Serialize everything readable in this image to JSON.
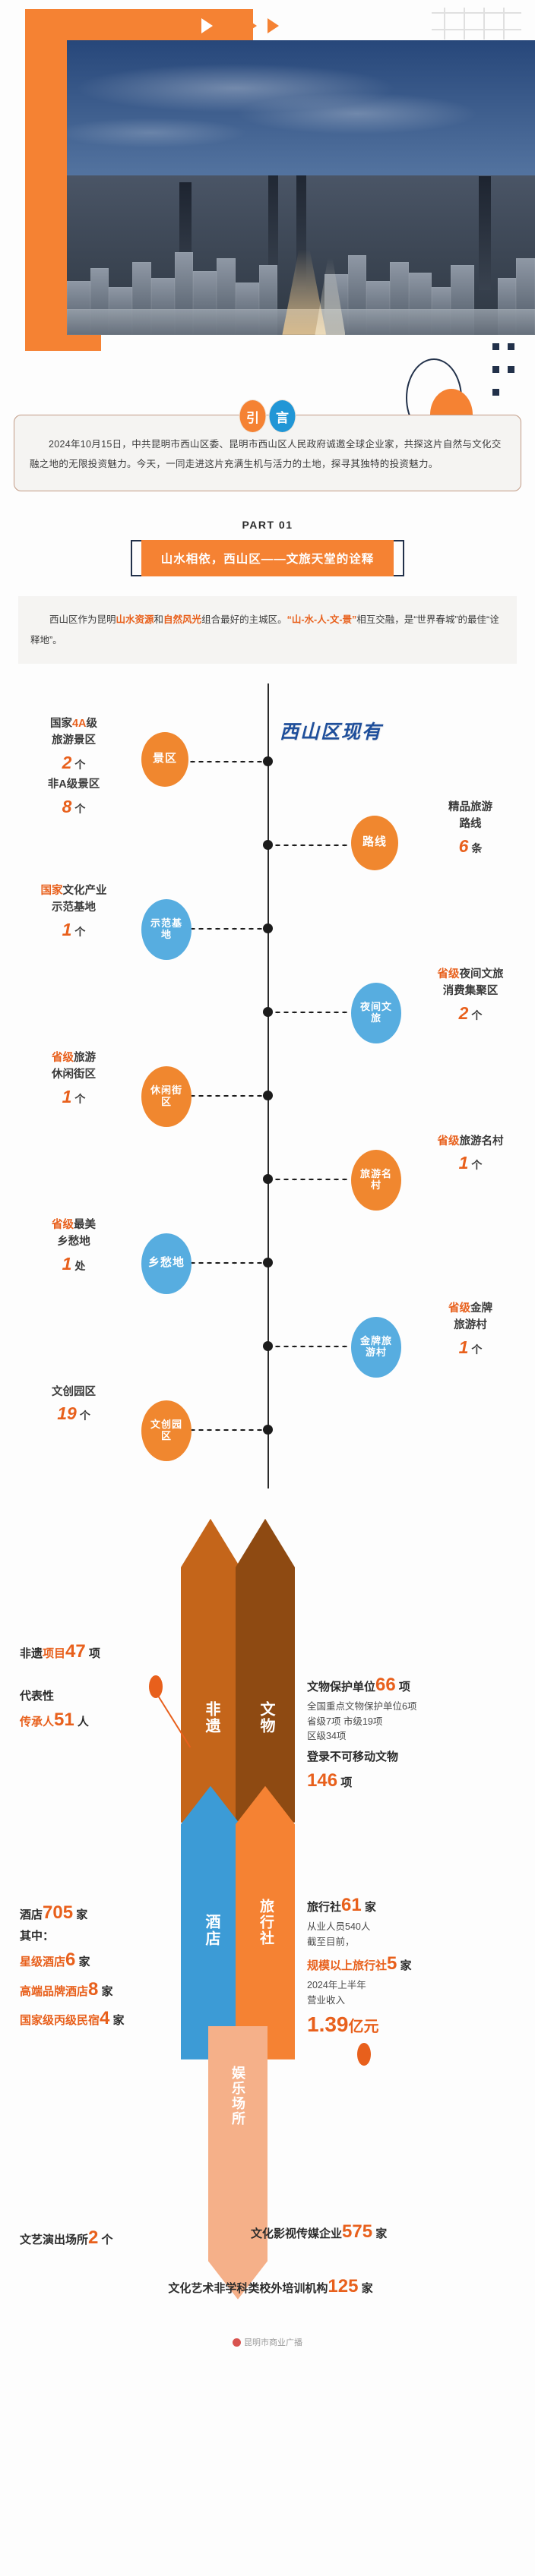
{
  "hero": {
    "triangles": [
      "play-triangle-white",
      "play-triangle-1",
      "play-triangle-2",
      "play-triangle-3"
    ],
    "photo_alt": "昆明西山区城市天际线夜景"
  },
  "intro": {
    "badge_left": "引",
    "badge_right": "言",
    "paragraph": "2024年10月15日，中共昆明市西山区委、昆明市西山区人民政府诚邀全球企业家，共探这片自然与文化交融之地的无限投资魅力。今天，一同走进这片充满生机与活力的土地，探寻其独特的投资魅力。"
  },
  "part01": {
    "label": "PART 01",
    "banner": "山水相依，西山区——文旅天堂的诠释",
    "paragraph_segments": [
      {
        "text": "西山区作为昆明",
        "style": "normal"
      },
      {
        "text": "山水资源",
        "style": "orange"
      },
      {
        "text": "和",
        "style": "normal"
      },
      {
        "text": "自然风光",
        "style": "orange"
      },
      {
        "text": "组合最好的主城区。",
        "style": "normal"
      },
      {
        "text": "“山-水-人-文-景”",
        "style": "orange"
      },
      {
        "text": "相互交融，是“世界春城”的最佳“诠释地”。",
        "style": "normal"
      }
    ]
  },
  "timeline": {
    "title": "西山区现有",
    "items": [
      {
        "side": "left",
        "bubble": "景区",
        "bubble_color": "orange",
        "caption_lines": [
          "国家4A级",
          "旅游景区"
        ],
        "value": "2",
        "unit": "个",
        "caption_lines2": [
          "非A级景区"
        ],
        "value2": "8",
        "unit2": "个"
      },
      {
        "side": "right",
        "bubble": "路线",
        "bubble_color": "orange",
        "caption_lines": [
          "精品旅游",
          "路线"
        ],
        "value": "6",
        "unit": "条"
      },
      {
        "side": "left",
        "bubble": "示范基地",
        "bubble_color": "blue",
        "caption_prefix": "国家",
        "caption_lines": [
          "文化产业",
          "示范基地"
        ],
        "value": "1",
        "unit": "个"
      },
      {
        "side": "right",
        "bubble": "夜间文旅",
        "bubble_color": "blue",
        "caption_prefix": "省级",
        "caption_lines": [
          "夜间文旅",
          "消费集聚区"
        ],
        "value": "2",
        "unit": "个"
      },
      {
        "side": "left",
        "bubble": "休闲街区",
        "bubble_color": "orange",
        "caption_prefix": "省级",
        "caption_lines": [
          "旅游",
          "休闲街区"
        ],
        "value": "1",
        "unit": "个"
      },
      {
        "side": "right",
        "bubble": "旅游名村",
        "bubble_color": "orange",
        "caption_prefix": "省级",
        "caption_lines": [
          "旅游名村"
        ],
        "value": "1",
        "unit": "个"
      },
      {
        "side": "left",
        "bubble": "乡愁地",
        "bubble_color": "blue",
        "caption_prefix": "省级",
        "caption_lines": [
          "最美",
          "乡愁地"
        ],
        "value": "1",
        "unit": "处"
      },
      {
        "side": "right",
        "bubble": "金牌旅游村",
        "bubble_color": "blue",
        "caption_prefix": "省级",
        "caption_lines": [
          "金牌",
          "旅游村"
        ],
        "value": "1",
        "unit": "个"
      },
      {
        "side": "left",
        "bubble": "文创园区",
        "bubble_color": "orange",
        "caption_lines": [
          "文创园区"
        ],
        "value": "19",
        "unit": "个"
      }
    ]
  },
  "arrows": {
    "labels": {
      "feiyi": "非遗",
      "wenwu": "文物",
      "jiudian": "酒店",
      "lvxingshe": "旅行社",
      "yulechangsuo": "娱乐场所"
    },
    "feiyi_left": {
      "line1_a": "非遗",
      "line1_b": "项目",
      "line1_num": "47",
      "line1_unit": "项",
      "line2_a": "代表性",
      "line2_b": "传承人",
      "line2_num": "51",
      "line2_unit": "人"
    },
    "wenwu_right": {
      "title_a": "文物保护单位",
      "title_num": "66",
      "title_unit": "项",
      "detail1": "全国重点文物保护单位6项",
      "detail2": "省级7项  市级19项",
      "detail3": "区级34项",
      "title2": "登录不可移动文物",
      "num2": "146",
      "unit2": "项"
    },
    "jiudian_left": {
      "line1_a": "酒店",
      "line1_num": "705",
      "line1_unit": "家",
      "line2": "其中：",
      "line3_a": "星级酒店",
      "line3_num": "6",
      "line3_unit": "家",
      "line4_a": "高端品牌酒店",
      "line4_num": "8",
      "line4_unit": "家",
      "line5_a": "国家级丙级民宿",
      "line5_num": "4",
      "line5_unit": "家"
    },
    "lvxingshe_right": {
      "line1_a": "旅行社",
      "line1_num": "61",
      "line1_unit": "家",
      "line2": "从业人员540人",
      "line3": "截至目前，",
      "line4_a": "规模以上旅行社",
      "line4_num": "5",
      "line4_unit": "家",
      "line5": "2024年上半年",
      "line6": "营业收入",
      "line7_num": "1.39",
      "line7_unit": "亿元"
    },
    "bottom": {
      "left_a": "文艺演出场所",
      "left_num": "2",
      "left_unit": "个",
      "right_a": "文化影视传媒企业",
      "right_num": "575",
      "right_unit": "家",
      "center_a": "文化艺术非学科类校外培训机构",
      "center_num": "125",
      "center_unit": "家"
    }
  },
  "footer": {
    "text": "昆明市商业广播"
  }
}
